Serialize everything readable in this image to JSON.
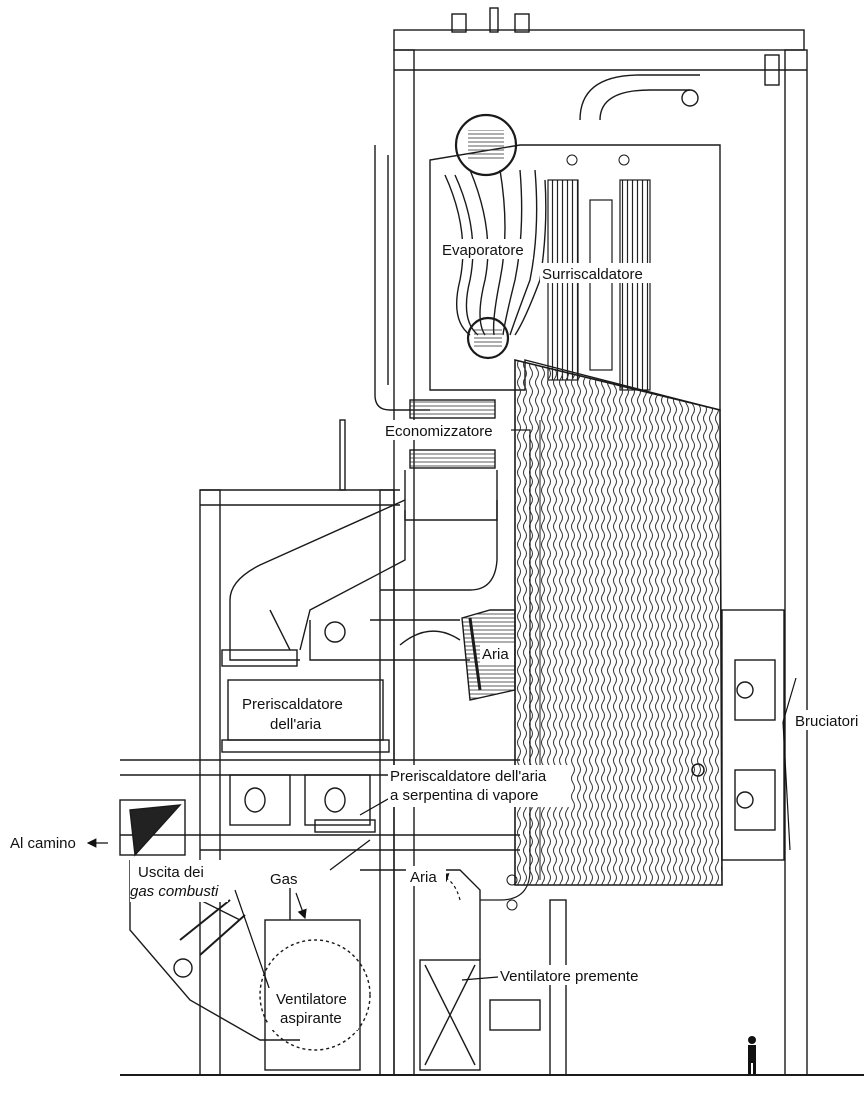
{
  "labels": {
    "evaporatore": "Evaporatore",
    "surriscaldatore": "Surriscaldatore",
    "economizzatore": "Economizzatore",
    "aria_upper": "Aria",
    "preriscaldatore_line1": "Preriscaldatore",
    "preriscaldatore_line2": "dell'aria",
    "bruciatori": "Bruciatori",
    "serpentina_line1": "Preriscaldatore dell'aria",
    "serpentina_line2": "a serpentina di vapore",
    "al_camino": "Al camino",
    "uscita_line1": "Uscita dei",
    "uscita_line2": "gas combusti",
    "gas": "Gas",
    "aria_lower": "Aria",
    "ventilatore_premente": "Ventilatore premente",
    "ventilatore_aspirante_line1": "Ventilatore",
    "ventilatore_aspirante_line2": "aspirante"
  },
  "colors": {
    "line": "#1a1a1a",
    "hatch": "#333333",
    "background": "#ffffff"
  }
}
